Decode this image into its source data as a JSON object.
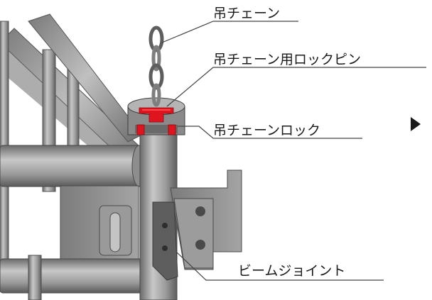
{
  "labels": {
    "hanging_chain": "吊チェーン",
    "chain_lock_pin": "吊チェーン用ロックピン",
    "chain_lock": "吊チェーンロック",
    "beam_joint": "ビームジョイント"
  },
  "colors": {
    "steel_light": "#b8b8b8",
    "steel_mid": "#8c8c8c",
    "steel_dark": "#5a5a5a",
    "lock_red": "#e0141e",
    "leader_line": "#444444"
  }
}
